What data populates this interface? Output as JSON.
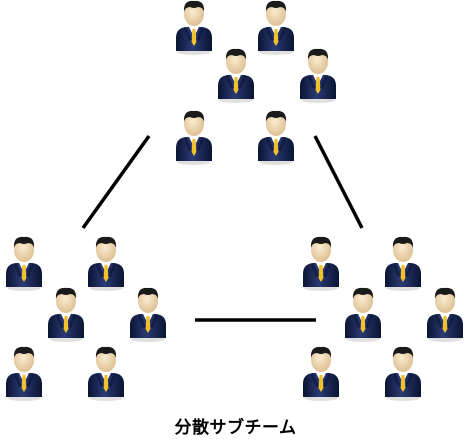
{
  "caption": "分散サブチーム",
  "colors": {
    "suit": "#16234f",
    "suit_dark": "#0a1433",
    "skin": "#f3dcb4",
    "hair": "#1a1a1a",
    "shirt": "#ffffff",
    "tie": "#f2c12e",
    "line": "#000000"
  },
  "teams": [
    {
      "id": "top",
      "member_count": 6
    },
    {
      "id": "bottom-left",
      "member_count": 6
    },
    {
      "id": "bottom-right",
      "member_count": 6
    }
  ],
  "links": [
    {
      "from": "top",
      "to": "bottom-left"
    },
    {
      "from": "top",
      "to": "bottom-right"
    },
    {
      "from": "bottom-left",
      "to": "bottom-right"
    }
  ]
}
